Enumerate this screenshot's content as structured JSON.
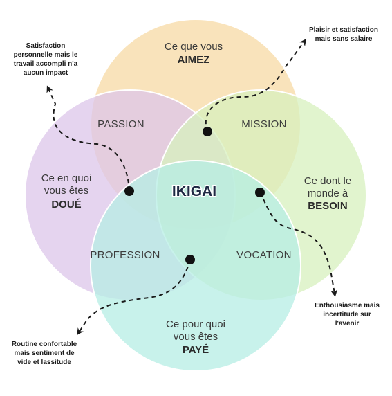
{
  "colors": {
    "aimez": "#f7d9a4",
    "doue": "#dcc6ea",
    "besoin": "#d7f0bd",
    "paye": "#b6ede4",
    "dash": "#1a1a1a"
  },
  "circles": {
    "aimez": {
      "line1": "Ce que vous",
      "line2": "AIMEZ"
    },
    "doue": {
      "line1": "Ce en quoi",
      "line2": "vous êtes",
      "line3": "DOUÉ"
    },
    "besoin": {
      "line1": "Ce dont le",
      "line2": "monde à",
      "line3": "BESOIN"
    },
    "paye": {
      "line1": "Ce pour quoi",
      "line2": "vous êtes",
      "line3": "PAYÉ"
    }
  },
  "zones": {
    "passion": "PASSION",
    "mission": "MISSION",
    "profession": "PROFESSION",
    "vocation": "VOCATION",
    "center": "IKIGAI"
  },
  "notes": {
    "top_left": [
      "Satisfaction",
      "personnelle mais le",
      "travail accompli n'a",
      "aucun impact"
    ],
    "top_right": [
      "Plaisir et satisfaction",
      "mais sans salaire"
    ],
    "bottom_right": [
      "Enthousiasme mais",
      "incertitude sur",
      "l'avenir"
    ],
    "bottom_left": [
      "Routine confortable",
      "mais sentiment de",
      "vide et lassitude"
    ]
  }
}
